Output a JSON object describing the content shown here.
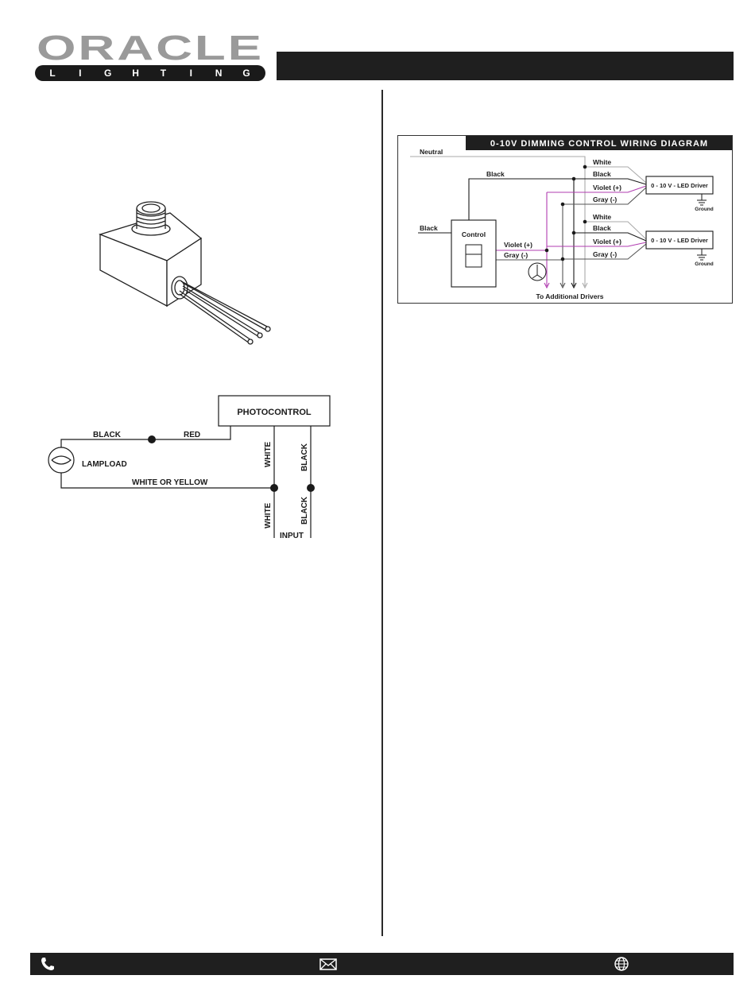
{
  "brand": {
    "name": "ORACLE",
    "tagline": "LIGHTING",
    "tagline_letters": [
      "L",
      "I",
      "G",
      "H",
      "T",
      "I",
      "N",
      "G"
    ],
    "logo_color": "#9a9a9a"
  },
  "photocontrol_diagram": {
    "box_label": "PHOTOCONTROL",
    "black": "BLACK",
    "red": "RED",
    "lampload": "LAMPLOAD",
    "white_or_yellow": "WHITE OR YELLOW",
    "white_upper": "WHITE",
    "black_upper": "BLACK",
    "white_lower": "WHITE",
    "black_lower": "BLACK",
    "input": "INPUT"
  },
  "dimming_diagram": {
    "title": "0-10V DIMMING CONTROL WIRING DIAGRAM",
    "neutral": "Neutral",
    "black_top": "Black",
    "black_left": "Black",
    "control": "Control",
    "violet_control": "Violet (+)",
    "gray_control": "Gray (-)",
    "driver1": {
      "white": "White",
      "black": "Black",
      "violet": "Violet (+)",
      "gray": "Gray (-)",
      "label": "0 - 10 V -   LED Driver",
      "ground": "Ground"
    },
    "driver2": {
      "white": "White",
      "black": "Black",
      "violet": "Violet (+)",
      "gray": "Gray (-)",
      "label": "0 - 10 V -   LED Driver",
      "ground": "Ground"
    },
    "additional": "To Additional Drivers",
    "violet_color": "#b03cb0"
  },
  "footer": {
    "icons": [
      "phone-icon",
      "mail-icon",
      "globe-icon"
    ]
  }
}
